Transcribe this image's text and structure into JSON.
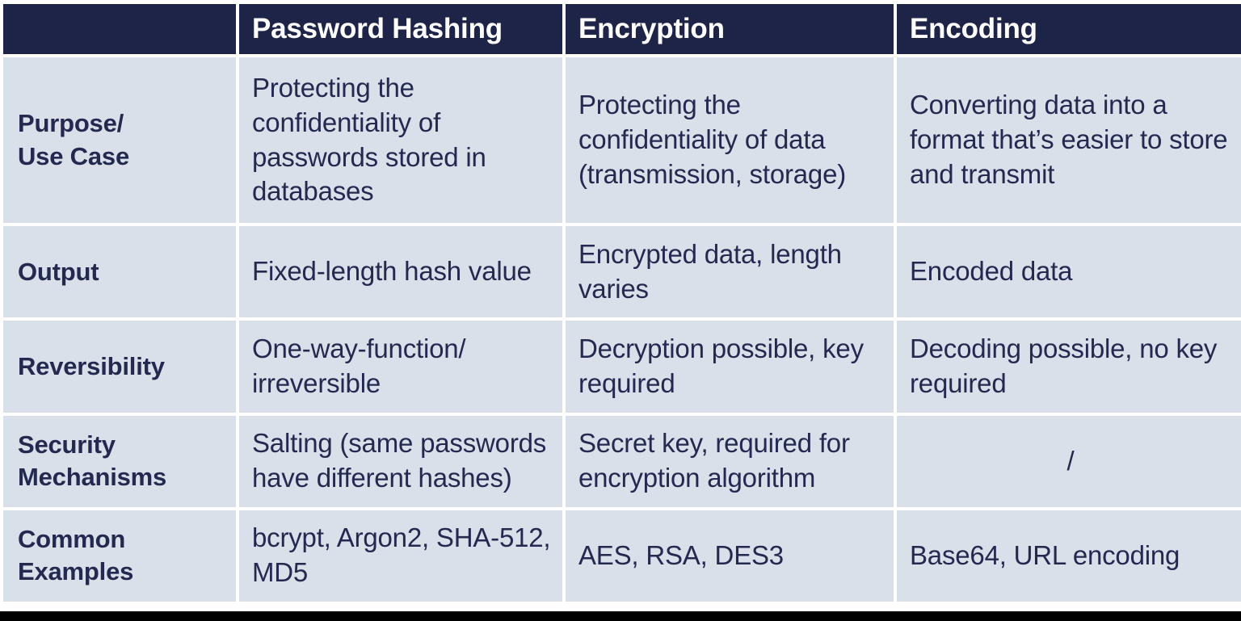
{
  "table": {
    "columns": [
      {
        "key": "label",
        "label": ""
      },
      {
        "key": "hashing",
        "label": "Password Hashing"
      },
      {
        "key": "encrypt",
        "label": "Encryption"
      },
      {
        "key": "encode",
        "label": "Encoding"
      }
    ],
    "rows": [
      {
        "label": "Purpose/\nUse Case",
        "hashing": "Protecting the confidentiality of passwords stored in databases",
        "encrypt": "Protecting the confidentiality of data (transmission, storage)",
        "encode": "Converting data into a format that’s easier to store and transmit",
        "encode_align": "left"
      },
      {
        "label": "Output",
        "hashing": "Fixed-length hash value",
        "encrypt": "Encrypted data, length varies",
        "encode": "Encoded data",
        "encode_align": "left"
      },
      {
        "label": "Reversibility",
        "hashing": "One-way-function/ irreversible",
        "encrypt": "Decryption possible, key required",
        "encode": "Decoding possible, no key required",
        "encode_align": "left"
      },
      {
        "label": "Security\nMechanisms",
        "hashing": "Salting (same passwords have different hashes)",
        "encrypt": "Secret key, required for encryption algorithm",
        "encode": "/",
        "encode_align": "center"
      },
      {
        "label": "Common\nExamples",
        "hashing": "bcrypt, Argon2, SHA-512, MD5",
        "encrypt": "AES, RSA, DES3",
        "encode": "Base64, URL encoding",
        "encode_align": "left"
      }
    ]
  },
  "colors": {
    "header_bg": "#1e2448",
    "header_text": "#ffffff",
    "cell_bg": "#dae0ea",
    "cell_text": "#23294f",
    "page_bg": "#ffffff",
    "bottom_bar": "#000000"
  }
}
